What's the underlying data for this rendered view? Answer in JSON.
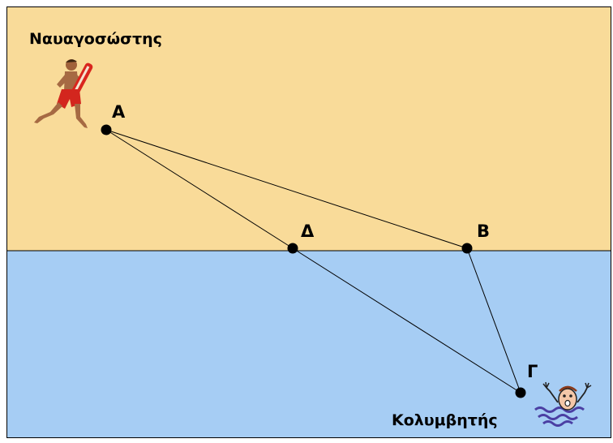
{
  "title": "Ναυαγοσώστης",
  "swimmer_label": "Κολυμβητής",
  "points": {
    "A": {
      "label": "Α"
    },
    "D": {
      "label": "Δ"
    },
    "B": {
      "label": "Β"
    },
    "G": {
      "label": "Γ"
    }
  },
  "colors": {
    "sand": "#F9DB99",
    "water": "#A6CDF4",
    "line": "#000000"
  },
  "icons": {
    "lifeguard": "lifeguard-runner-icon",
    "swimmer": "drowning-swimmer-icon"
  }
}
